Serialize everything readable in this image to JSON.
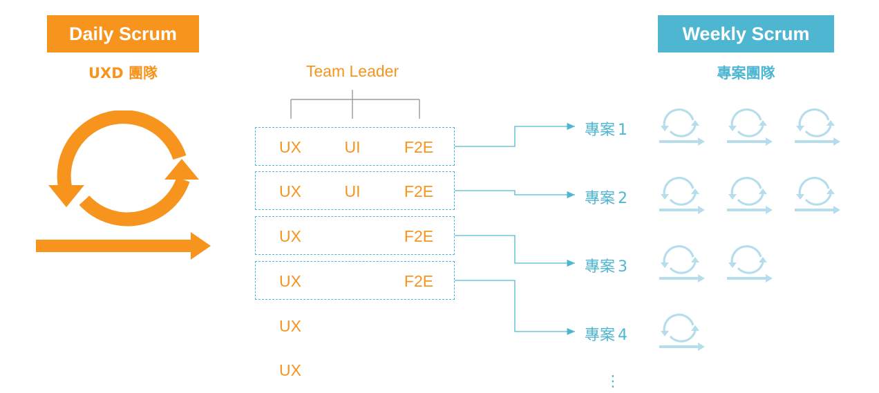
{
  "daily": {
    "title": "Daily Scrum",
    "team": "UXD 團隊"
  },
  "weekly": {
    "title": "Weekly Scrum",
    "team": "專案團隊"
  },
  "team_leader": "Team Leader",
  "rows": [
    {
      "ux": "UX",
      "ui": "UI",
      "f2e": "F2E"
    },
    {
      "ux": "UX",
      "ui": "UI",
      "f2e": "F2E"
    },
    {
      "ux": "UX",
      "ui": "",
      "f2e": "F2E"
    },
    {
      "ux": "UX",
      "ui": "",
      "f2e": "F2E"
    },
    {
      "ux": "UX",
      "ui": "",
      "f2e": ""
    },
    {
      "ux": "UX",
      "ui": "",
      "f2e": ""
    }
  ],
  "projects": [
    {
      "label": "專案",
      "num": "1",
      "cycles": 3
    },
    {
      "label": "專案",
      "num": "2",
      "cycles": 3
    },
    {
      "label": "專案",
      "num": "3",
      "cycles": 2
    },
    {
      "label": "專案",
      "num": "4",
      "cycles": 1
    }
  ],
  "more": "⋮",
  "colors": {
    "orange": "#F7941D",
    "blue": "#4FB6D2",
    "light_blue": "#B5DDEC",
    "gray": "#888888"
  },
  "icons": {
    "daily_cycle": "scrum-cycle-icon",
    "weekly_cycle": "scrum-cycle-icon"
  }
}
